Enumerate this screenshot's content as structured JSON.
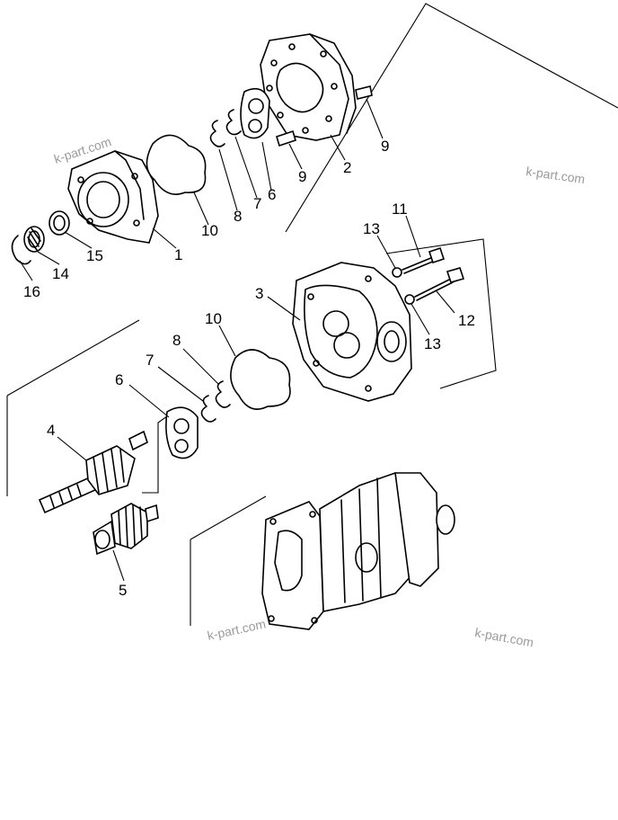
{
  "watermark": "k-part.com",
  "callouts": {
    "c1": "1",
    "c2": "2",
    "c3": "3",
    "c4": "4",
    "c5": "5",
    "c6a": "6",
    "c6b": "6",
    "c7a": "7",
    "c7b": "7",
    "c8a": "8",
    "c8b": "8",
    "c9a": "9",
    "c9b": "9",
    "c10a": "10",
    "c10b": "10",
    "c11": "11",
    "c12": "12",
    "c13a": "13",
    "c13b": "13",
    "c14": "14",
    "c15": "15",
    "c16": "16"
  }
}
